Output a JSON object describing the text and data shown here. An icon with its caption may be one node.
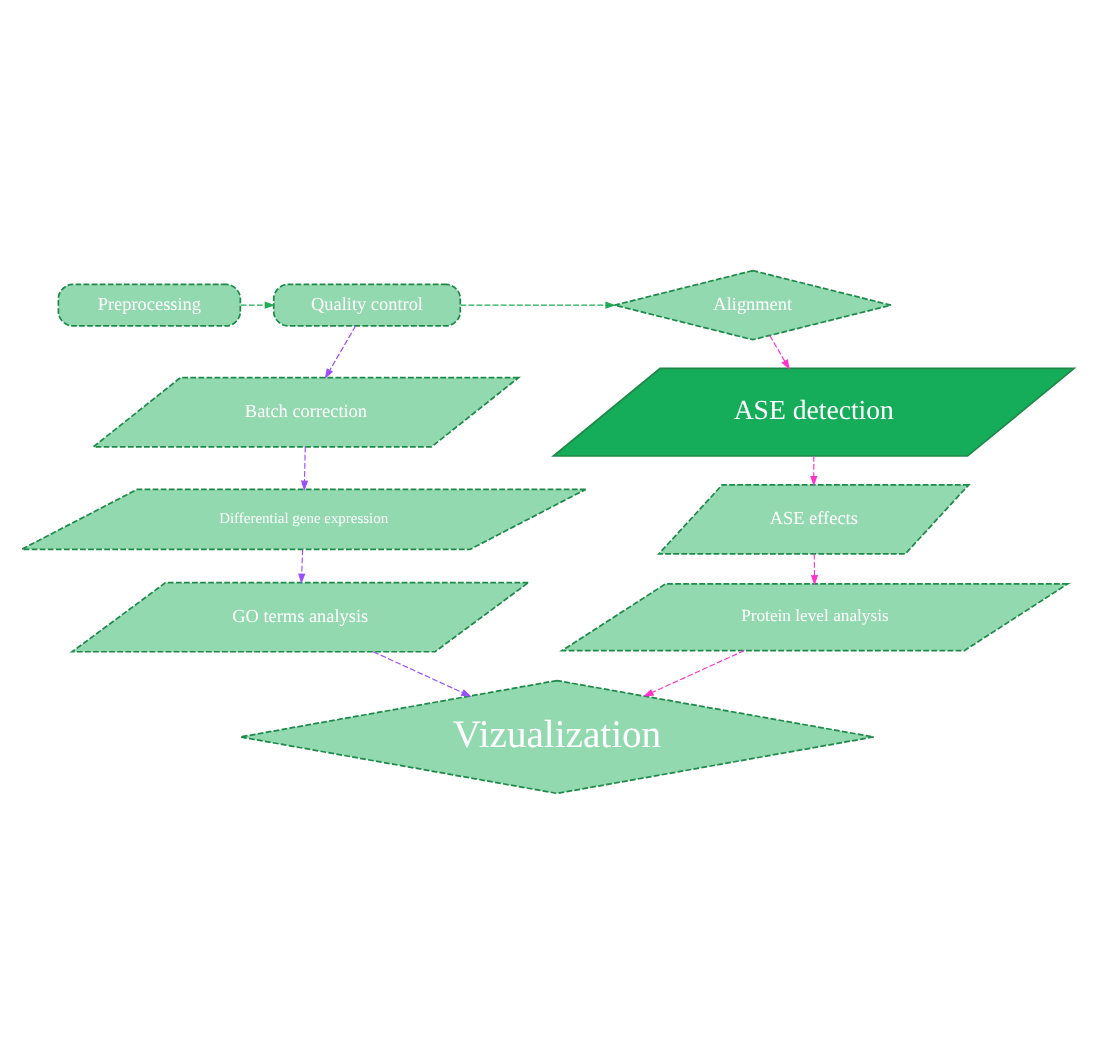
{
  "diagram": {
    "nodes": [
      {
        "text": [
          "Preprocessing"
        ]
      },
      {
        "text": [
          "Quality control"
        ]
      },
      {
        "text": [
          "Alignment"
        ]
      },
      {
        "text": [
          "Batch correction"
        ]
      },
      {
        "text": [
          "ASE detection"
        ]
      },
      {
        "text": [
          "Differential gene expression"
        ]
      },
      {
        "text": [
          "ASE effects"
        ]
      },
      {
        "text": [
          "GO terms analysis"
        ]
      },
      {
        "text": [
          "Protein level analysis"
        ]
      },
      {
        "text": [
          "Vizualization"
        ]
      }
    ],
    "edges": [
      {
        "from": 0,
        "to": 1,
        "arrow": "to",
        "style": "dashed",
        "color": "#22aa55"
      },
      {
        "from": 1,
        "to": 2,
        "arrow": "to",
        "style": "dashed",
        "color": "#22aa55"
      },
      {
        "from": 1,
        "to": 3,
        "arrow": "to",
        "style": "dashed",
        "color": "#9b4dff"
      },
      {
        "from": 3,
        "to": 5,
        "arrow": "to",
        "style": "dashed",
        "color": "#9b4dff"
      },
      {
        "from": 5,
        "to": 7,
        "arrow": "to",
        "style": "dashed",
        "color": "#9b4dff"
      },
      {
        "from": 7,
        "to": 9,
        "arrow": "to",
        "style": "dashed",
        "color": "#9b4dff"
      },
      {
        "from": 2,
        "to": 4,
        "arrow": "to",
        "style": "dashed",
        "color": "#ff33cc"
      },
      {
        "from": 4,
        "to": 6,
        "arrow": "to",
        "style": "dashed",
        "color": "#ff33cc"
      },
      {
        "from": 6,
        "to": 8,
        "arrow": "to",
        "style": "dashed",
        "color": "#ff33cc"
      },
      {
        "from": 8,
        "to": 9,
        "arrow": "to",
        "style": "dashed",
        "color": "#ff33cc"
      }
    ]
  }
}
